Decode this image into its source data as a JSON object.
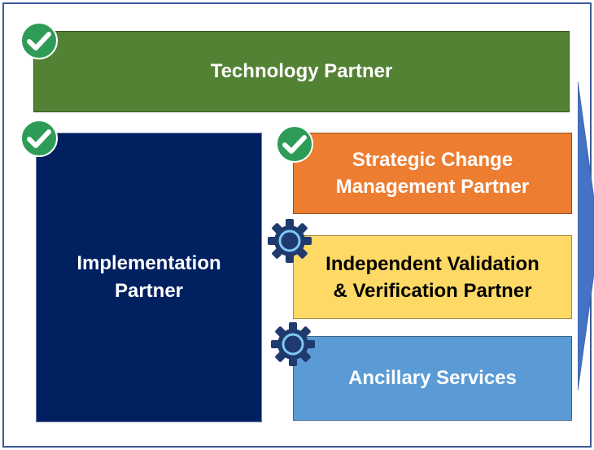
{
  "boxes": {
    "technology_partner": "Technology Partner",
    "implementation_partner": [
      "Implementation",
      "Partner"
    ],
    "strategic_change": [
      "Strategic Change",
      "Management Partner"
    ],
    "independent_validation": [
      "Independent Validation",
      "& Verification Partner"
    ],
    "ancillary_services": "Ancillary Services"
  },
  "icons": {
    "check": "check-circle-icon",
    "gear": "gear-icon"
  },
  "colors": {
    "technology_partner": "#548235",
    "implementation_partner": "#002060",
    "strategic_change": "#ed7d31",
    "independent_validation": "#ffd966",
    "ancillary_services": "#5b9bd5",
    "check": "#2e9c57",
    "gear": "#1f3a6e"
  }
}
